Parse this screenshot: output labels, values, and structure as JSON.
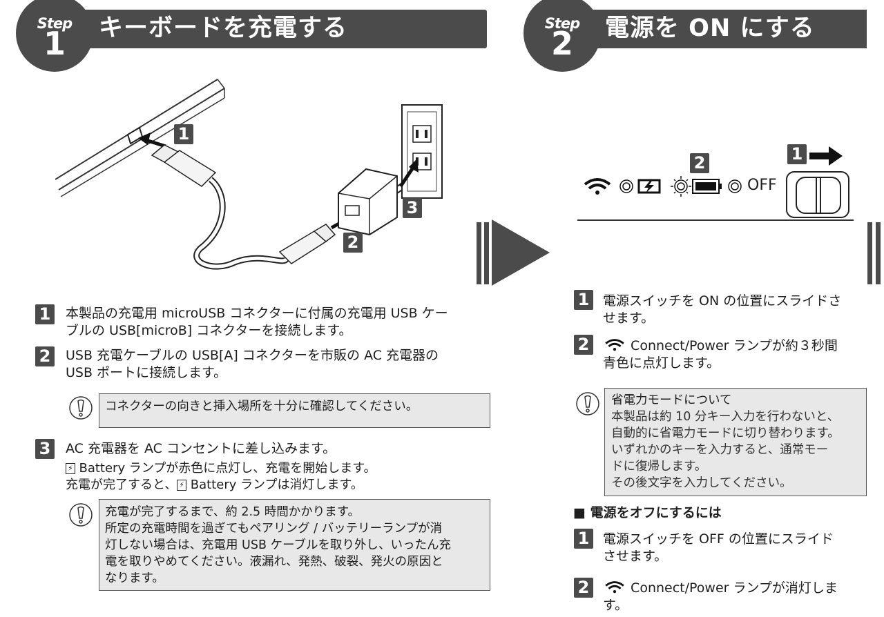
{
  "step1": {
    "step_label": "Step",
    "number": "1",
    "title": "キーボードを充電する",
    "figure_callouts": [
      "1",
      "2",
      "3"
    ],
    "items": [
      {
        "badge": "1",
        "lines": [
          "本製品の充電用 microUSB コネクターに付属の充電用 USB ケー",
          "ブルの USB[microB] コネクターを接続します。"
        ]
      },
      {
        "badge": "2",
        "lines": [
          "USB 充電ケーブルの USB[A] コネクターを市販の AC 充電器の",
          "USB ポートに接続します。"
        ]
      },
      {
        "badge": "3",
        "lines": [
          "AC 充電器を AC コンセントに差し込みます。"
        ],
        "sub_lines": [
          "Battery ランプが赤色に点灯し、充電を開始します。",
          "充電が完了すると、",
          "Battery ランプは消灯します。"
        ]
      }
    ],
    "note1": "コネクターの向きと挿入場所を十分に確認してください。",
    "note2": [
      "充電が完了するまで、約 2.5 時間かかります。",
      "所定の充電時間を過ぎてもペアリング / バッテリーランプが消",
      "灯しない場合は、充電用 USB ケーブルを取り外し、いったん充",
      "電を取りやめてください。液漏れ、発熱、破裂、発火の原因と",
      "なります。"
    ]
  },
  "step2": {
    "step_label": "Step",
    "number": "2",
    "title": "電源を ON にする",
    "figure_callouts": [
      "1",
      "2"
    ],
    "off_label": "OFF",
    "items": [
      {
        "badge": "1",
        "lines": [
          "電源スイッチを ON の位置にスライドさ",
          "せます。"
        ]
      },
      {
        "badge": "2",
        "lines": [
          "Connect/Power ランプが約３秒間",
          "青色に点灯します。"
        ]
      }
    ],
    "note": {
      "title": "省電力モードについて",
      "lines": [
        "本製品は約 10 分キー入力を行わないと、",
        "自動的に省電力モードに切り替わります。",
        "いずれかのキーを入力すると、通常モー",
        "ドに復帰します。",
        "その後文字を入力してください。"
      ]
    },
    "off_section": {
      "heading": "■ 電源をオフにするには",
      "items": [
        {
          "badge": "1",
          "lines": [
            "電源スイッチを OFF の位置にスライド",
            "させます。"
          ]
        },
        {
          "badge": "2",
          "lines": [
            "Connect/Power ランプが消灯しま",
            "す。"
          ]
        }
      ]
    }
  },
  "icons": [
    "warning-icon",
    "wifi-icon",
    "battery-charge-icon",
    "battery-icon",
    "arrow-right-icon",
    "play-triangle-icon"
  ],
  "colors": {
    "header": "#4b4b4b",
    "note_bg": "#e8e8e8",
    "text": "#1e1e1e"
  }
}
